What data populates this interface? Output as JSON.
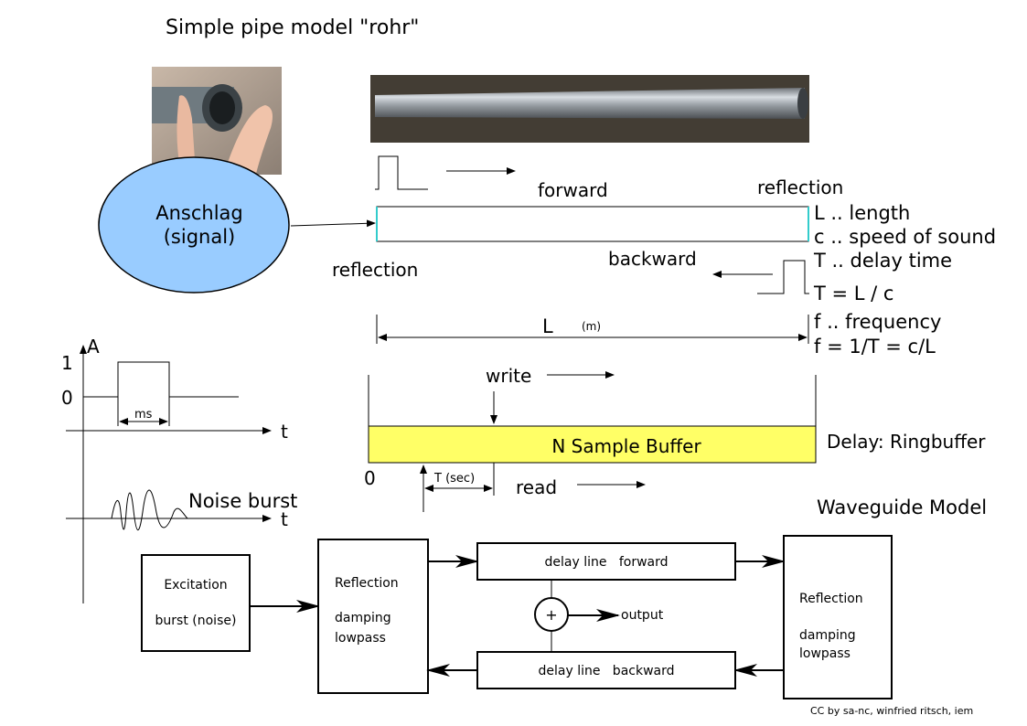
{
  "title": "Simple pipe model \"rohr\"",
  "excitation_bubble": {
    "line1": "Anschlag",
    "line2": "(signal)"
  },
  "pipe": {
    "forward": "forward",
    "backward": "backward",
    "reflection_left": "reflection",
    "reflection_right": "reflection",
    "length_symbol": "L",
    "length_unit": "(m)"
  },
  "legend": {
    "l": "L .. length",
    "c": "c .. speed of sound",
    "t": "T .. delay time",
    "t_eq": "T = L / c",
    "f": "f .. frequency",
    "f_eq": "f = 1/T = c/L"
  },
  "pulse_graph": {
    "a": "A",
    "one": "1",
    "zero": "0",
    "ms": "ms",
    "t": "t"
  },
  "noise_graph": {
    "label": "Noise burst",
    "t": "t"
  },
  "buffer": {
    "label": "N Sample Buffer",
    "write": "write",
    "read": "read",
    "zero": "0",
    "t_sec": "T (sec)",
    "caption": "Delay: Ringbuffer"
  },
  "waveguide": {
    "title": "Waveguide Model",
    "excitation_l1": "Excitation",
    "excitation_l2": "burst (noise)",
    "refl_left_l1": "Reflection",
    "refl_left_l2": "damping",
    "refl_left_l3": "lowpass",
    "delay_forward": "delay line   forward",
    "delay_backward": "delay line   backward",
    "sum": "+",
    "output": "output",
    "refl_right_l1": "Reflection",
    "refl_right_l2": "damping",
    "refl_right_l3": "lowpass"
  },
  "credit": "CC by sa-nc, winfried ritsch, iem",
  "colors": {
    "bubble": "#99ccff",
    "buffer": "#ffff66",
    "pipe_end": "#33cccc"
  },
  "icons": [
    "pipe-photo-icon",
    "hand-on-pipe-photo-icon"
  ]
}
